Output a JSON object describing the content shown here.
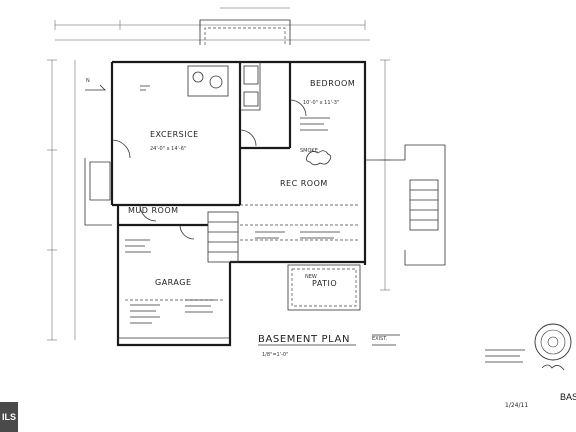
{
  "plan": {
    "title": "BASEMENT PLAN",
    "scale": "1/8\"=1'-0\"",
    "rooms": {
      "exercise": "EXCERSICE",
      "bedroom": "BEDROOM",
      "rec_room": "REC ROOM",
      "mud_room": "MUD ROOM",
      "garage": "GARAGE",
      "patio": "PATIO"
    },
    "notes": {
      "bedroom_size": "10'-0\" x 11'-3\"",
      "exercise_size": "24'-0\" x 14'-6\"",
      "smoke": "SMOKE",
      "exist": "EXIST.",
      "new": "NEW"
    }
  },
  "watermark": {
    "badge": "ILS",
    "corner": "BAS",
    "sheet_number": "1/24/11"
  }
}
